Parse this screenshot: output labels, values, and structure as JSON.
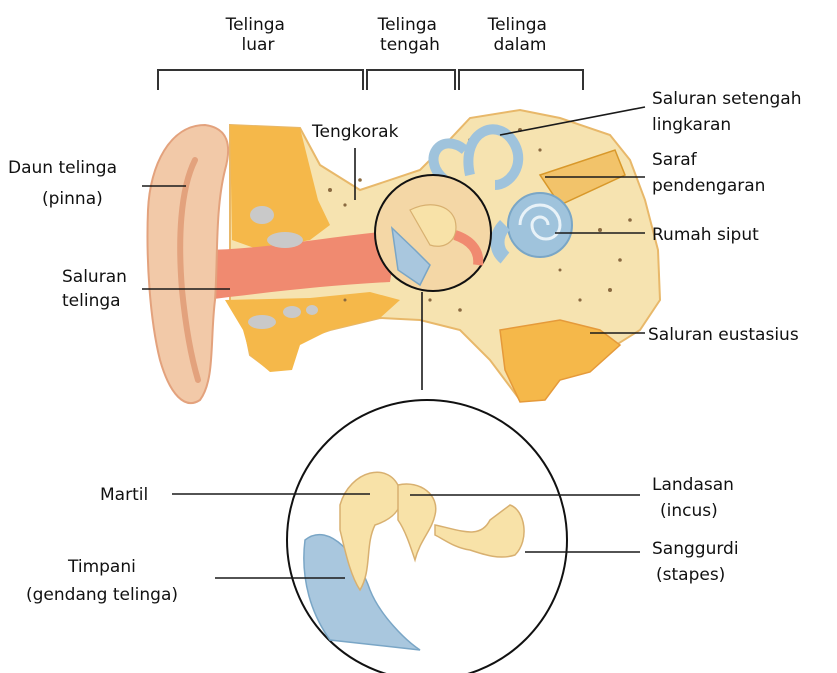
{
  "regions": {
    "outer": [
      "Telinga",
      "luar"
    ],
    "middle": [
      "Telinga",
      "tengah"
    ],
    "inner": [
      "Telinga",
      "dalam"
    ]
  },
  "labels": {
    "skull": "Tengkorak",
    "pinna": [
      "Daun telinga",
      "(pinna)"
    ],
    "canal": [
      "Saluran",
      "telinga"
    ],
    "semicircular": [
      "Saluran setengah",
      "lingkaran"
    ],
    "nerve": [
      "Saraf",
      "pendengaran"
    ],
    "cochlea": "Rumah siput",
    "eustachian": "Saluran eustasius",
    "malleus": "Martil",
    "incus": [
      "Landasan",
      "(incus)"
    ],
    "stapes": [
      "Sanggurdi",
      "(stapes)"
    ],
    "eardrum": [
      "Timpani",
      "(gendang telinga)"
    ]
  },
  "colors": {
    "skin": "#f2c9a8",
    "skin_shadow": "#e3a27d",
    "bone": "#f6e3b0",
    "bone_orange": "#f5b84a",
    "canal": "#f08a70",
    "cochlea_blue": "#9fc3dc",
    "ossicle": "#f8e2a8",
    "eardrum_blue": "#a9c7de",
    "line": "#111111"
  }
}
